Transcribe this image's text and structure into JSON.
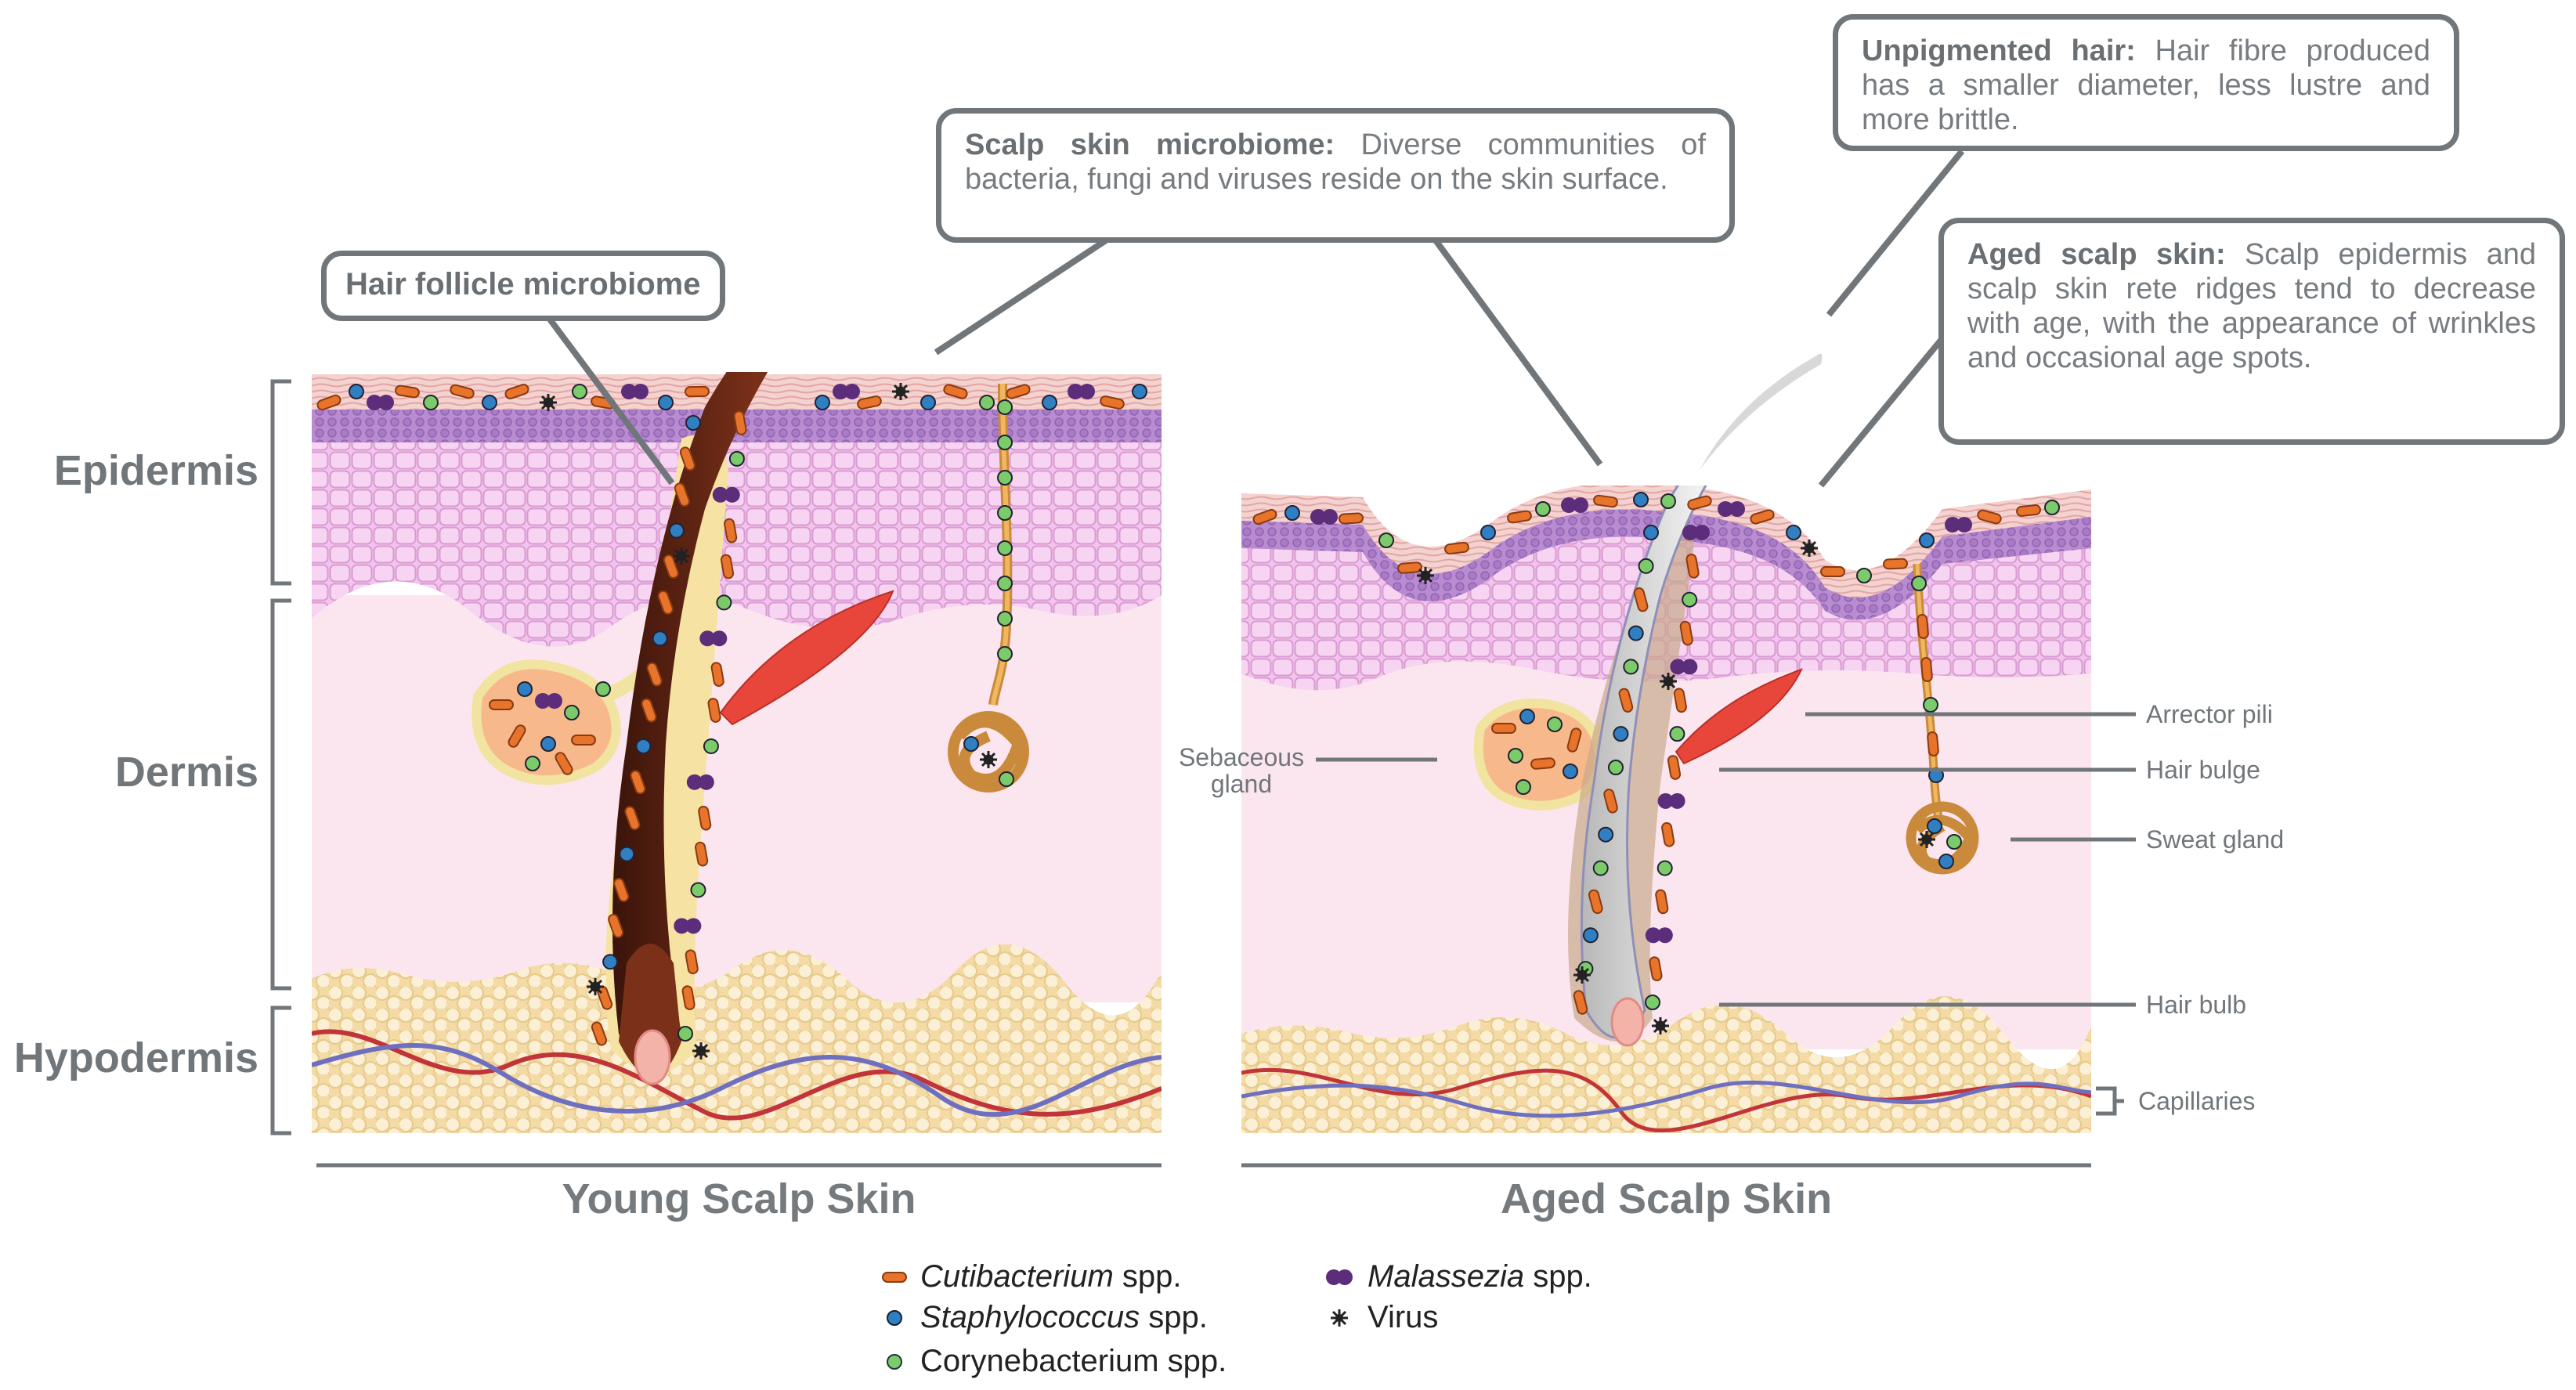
{
  "layers": {
    "epidermis": "Epidermis",
    "dermis": "Dermis",
    "hypodermis": "Hypodermis"
  },
  "panels": {
    "young": "Young Scalp Skin",
    "aged": "Aged Scalp Skin"
  },
  "callouts": {
    "hair_follicle": "Hair follicle microbiome",
    "scalp_microbiome": {
      "title": "Scalp skin microbiome:",
      "text": "Diverse communities of bacteria, fungi and viruses reside on the skin surface."
    },
    "unpigmented_hair": {
      "title": "Unpigmented hair:",
      "text": "Hair fibre produced has a smaller diameter, less lustre and more brittle."
    },
    "aged_skin": {
      "title": "Aged scalp skin:",
      "text": "Scalp epidermis and scalp skin rete ridges tend to decrease with age, with the appearance of wrinkles and occasional age spots."
    }
  },
  "structures": {
    "sebaceous_gland": "Sebaceous gland",
    "arrector_pili": "Arrector pili",
    "hair_bulge": "Hair bulge",
    "sweat_gland": "Sweat gland",
    "hair_bulb": "Hair bulb",
    "capillaries": "Capillaries"
  },
  "legend": [
    {
      "italic": "Cutibacterium",
      "rest": " spp.",
      "icon": "cutibacterium-rod-icon",
      "color": "#e8742c"
    },
    {
      "italic": "Staphylococcus",
      "rest": " spp.",
      "icon": "staphylococcus-dot-icon",
      "color": "#2f7fc2"
    },
    {
      "italic": "",
      "rest": "Corynebacterium spp.",
      "icon": "corynebacterium-dot-icon",
      "color": "#7ccb6a"
    },
    {
      "italic": "Malassezia",
      "rest": " spp.",
      "icon": "malassezia-yeast-icon",
      "color": "#5b2d7a"
    },
    {
      "italic": "",
      "rest": "Virus",
      "icon": "virus-star-icon",
      "color": "#222222"
    }
  ],
  "colors": {
    "epidermis": "#f0c0ec",
    "dermis": "#fbe8f1",
    "hypodermis": "#f6dfae",
    "hair_young": "#5a2412",
    "hair_aged": "#cfcfcf",
    "muscle": "#e84a3a",
    "callout_border": "#70767a"
  }
}
